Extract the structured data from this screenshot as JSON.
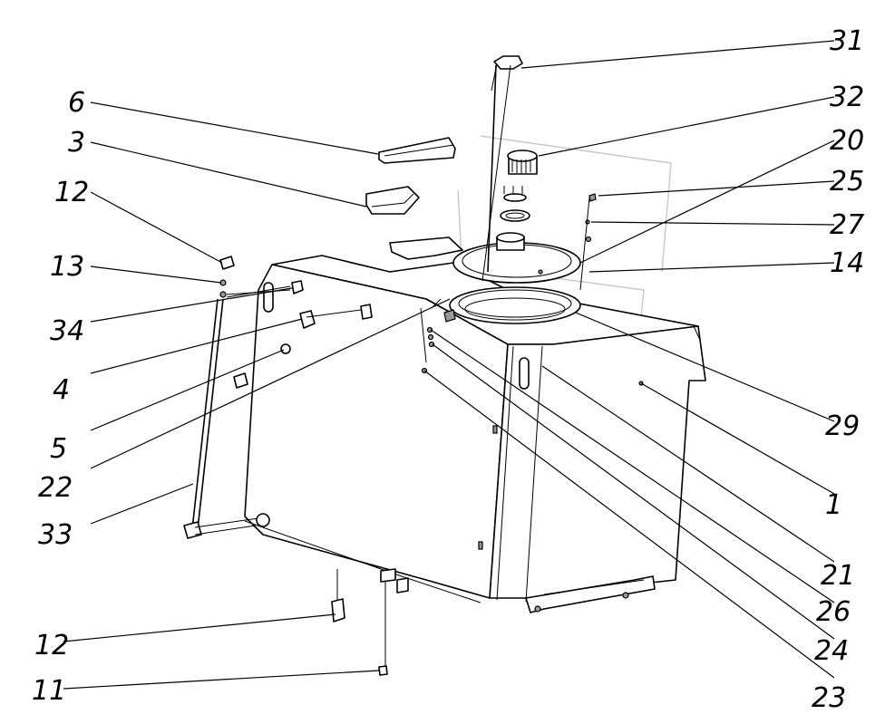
{
  "callouts": {
    "c31": "31",
    "c32": "32",
    "c20": "20",
    "c25": "25",
    "c27": "27",
    "c14": "14",
    "c6": "6",
    "c3": "3",
    "c12a": "12",
    "c13": "13",
    "c34": "34",
    "c4": "4",
    "c5": "5",
    "c22": "22",
    "c33": "33",
    "c29": "29",
    "c1": "1",
    "c21": "21",
    "c26": "26",
    "c24": "24",
    "c23": "23",
    "c12b": "12",
    "c11": "11"
  },
  "colors": {
    "line": "#000000",
    "watermark": "#c8c8c8",
    "background": "#ffffff"
  }
}
